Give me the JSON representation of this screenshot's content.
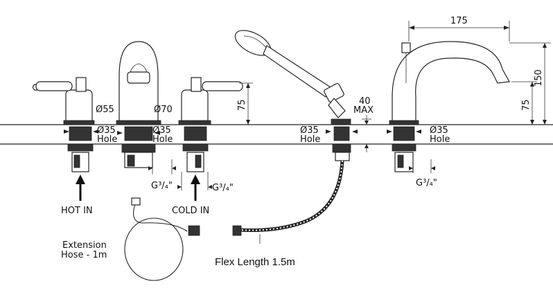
{
  "labels": {
    "d55": "Ø55",
    "d70": "Ø70",
    "h75_left": "75",
    "d35_1": "Ø35",
    "hole_1": "Hole",
    "d35_2": "Ø35",
    "hole_2": "Hole",
    "g_left": "G³/₄\"",
    "g_right": "G³/₄\"",
    "hot_in": "HOT IN",
    "cold_in": "COLD IN",
    "ext_hose_1": "Extension",
    "ext_hose_2": "Hose - 1m",
    "dim_40": "40",
    "max": "MAX",
    "d35_3": "Ø35",
    "hole_3": "Hole",
    "flex_length": "Flex Length 1.5m",
    "dim_175": "175",
    "dim_150": "150",
    "dim_75_right": "75",
    "d35_4": "Ø35",
    "hole_4": "Hole",
    "g_spout": "G³/₄\""
  }
}
